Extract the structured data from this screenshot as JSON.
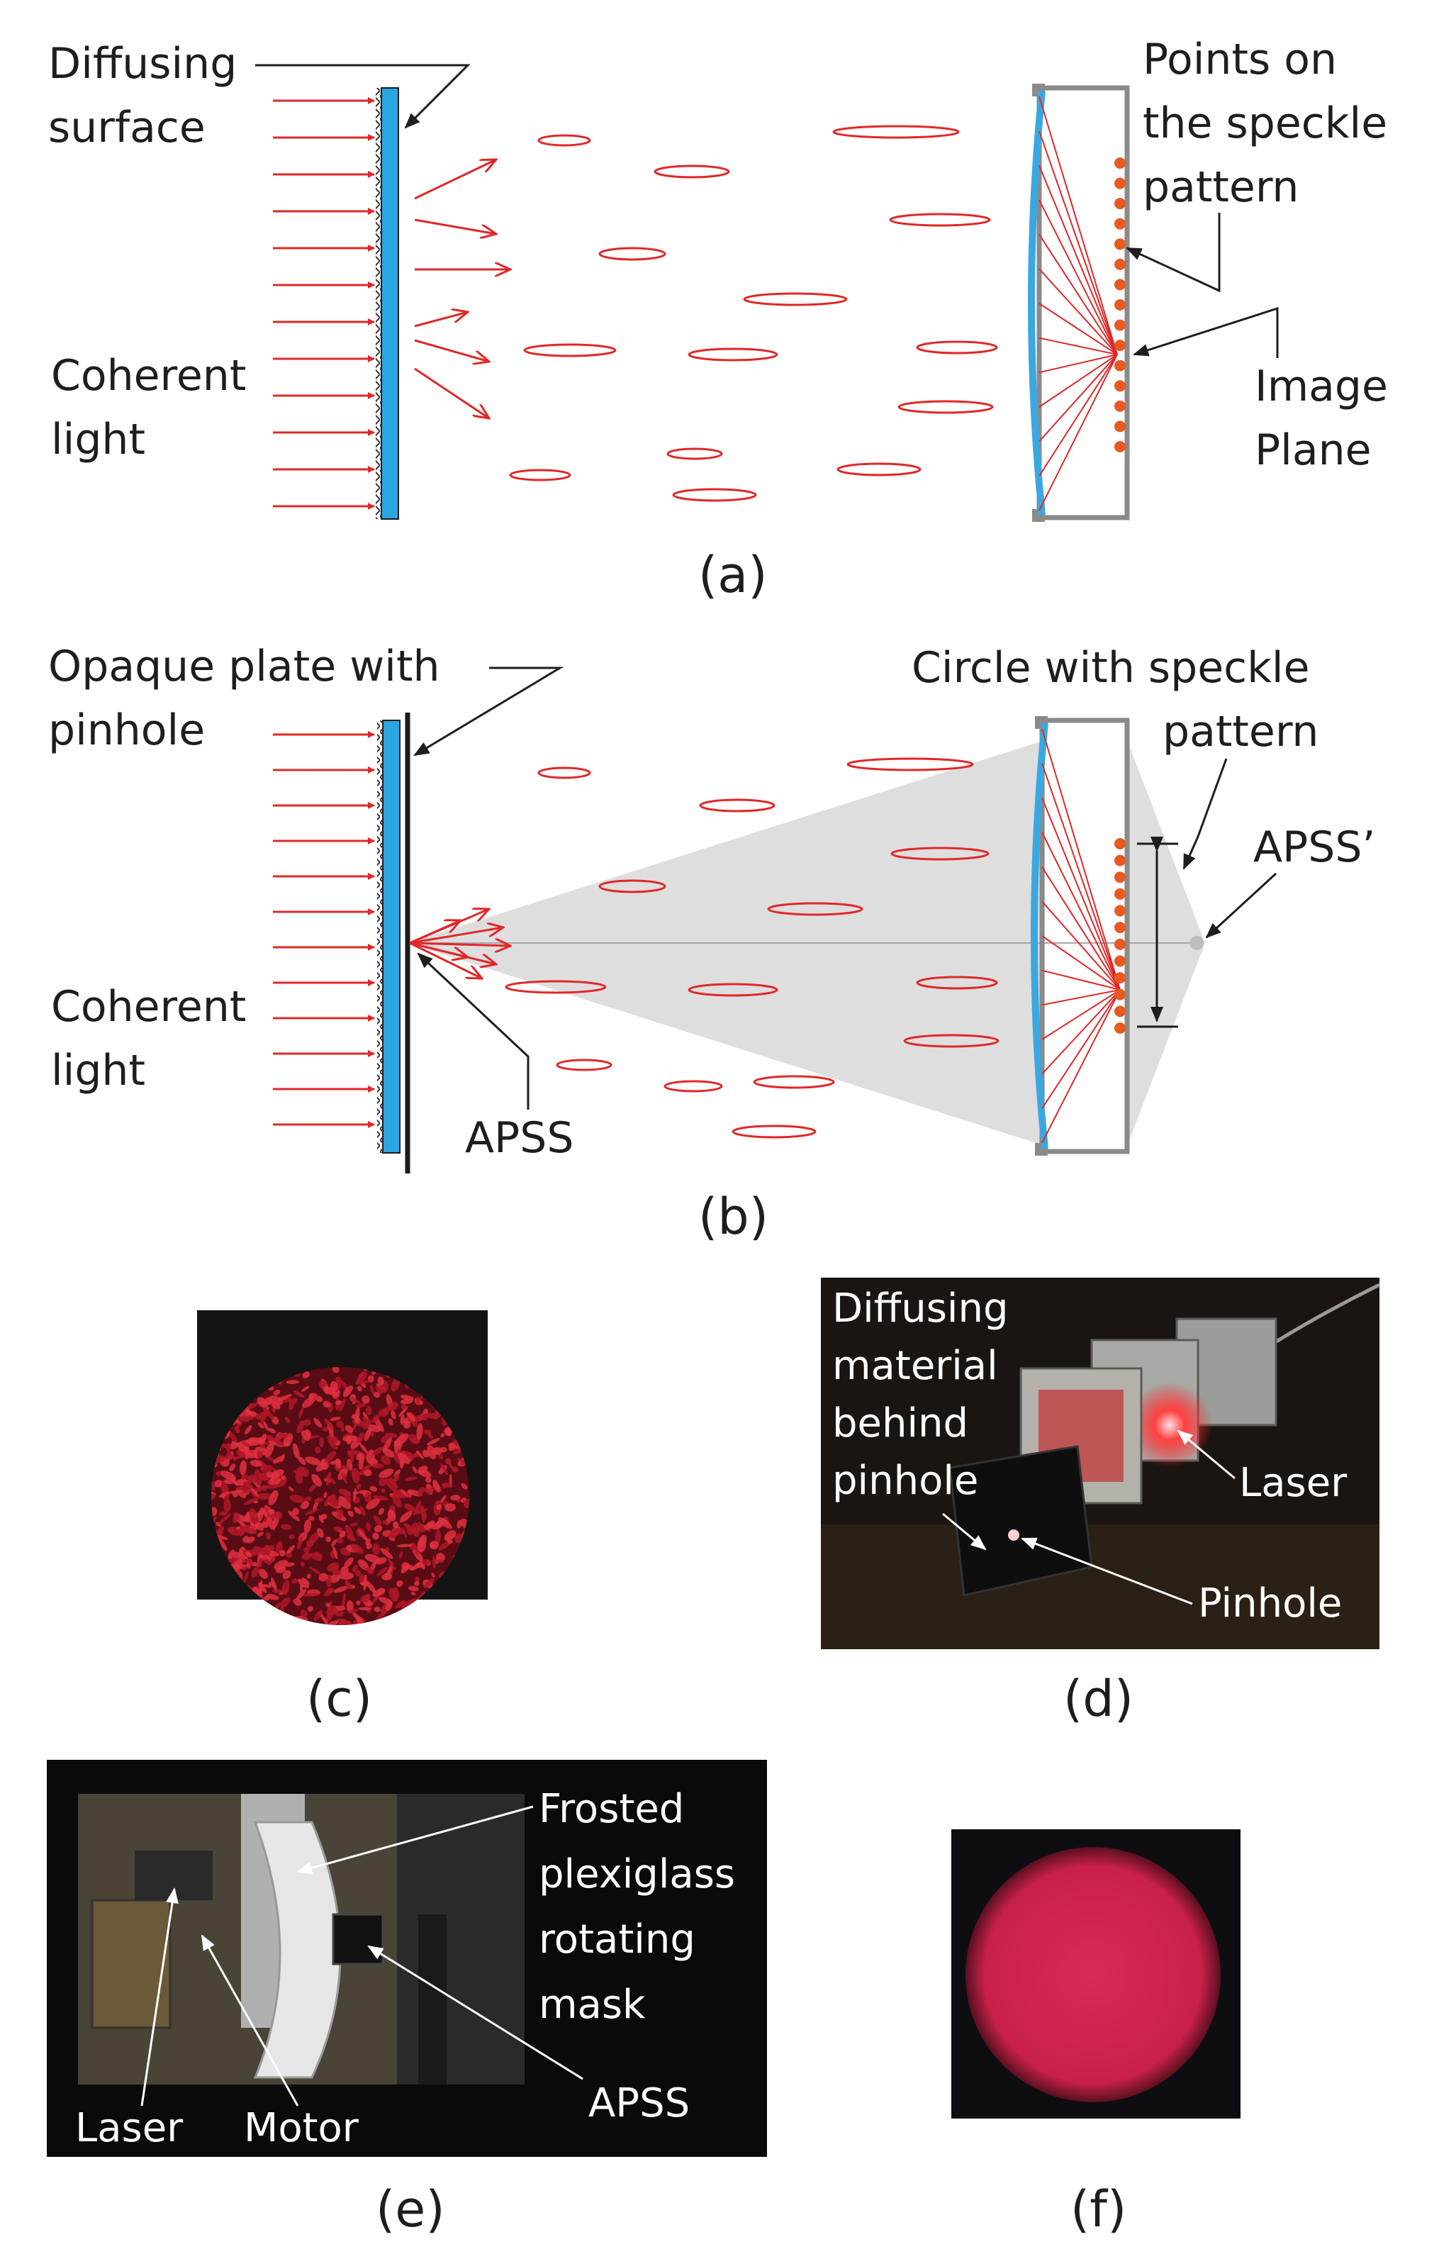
{
  "panel_a": {
    "caption": "(a)",
    "diffusing_surface": [
      "Diffusing",
      "surface"
    ],
    "coherent_light": [
      "Coherent",
      "light"
    ],
    "points_on_speckle": [
      "Points on",
      "the speckle",
      "pattern"
    ],
    "image_plane": [
      "Image",
      "Plane"
    ]
  },
  "panel_b": {
    "caption": "(b)",
    "opaque_plate": [
      "Opaque plate with",
      "pinhole"
    ],
    "coherent_light": [
      "Coherent",
      "light"
    ],
    "circle_speckle": [
      "Circle with speckle",
      "pattern"
    ],
    "apss_prime": "APSS’",
    "apss": "APSS"
  },
  "panel_c": {
    "caption": "(c)"
  },
  "panel_d": {
    "caption": "(d)",
    "diffusing_material": [
      "Diffusing",
      "material",
      "behind",
      "pinhole"
    ],
    "laser": "Laser",
    "pinhole": "Pinhole"
  },
  "panel_e": {
    "caption": "(e)",
    "frosted": [
      "Frosted",
      "plexiglass",
      "rotating",
      "mask"
    ],
    "apss": "APSS",
    "laser": "Laser",
    "motor": "Motor"
  },
  "panel_f": {
    "caption": "(f)"
  },
  "colors": {
    "ray": "#e02828",
    "diffuser": "#2aa6e0",
    "speckle_dot": "#e85a20",
    "lens": "#3aa8e0",
    "frame": "#8a8a8a",
    "cone": "#d8d8d8",
    "photo_bg": "#141414",
    "speckle_red": "#c8202c",
    "f_circle": "#d42250"
  }
}
